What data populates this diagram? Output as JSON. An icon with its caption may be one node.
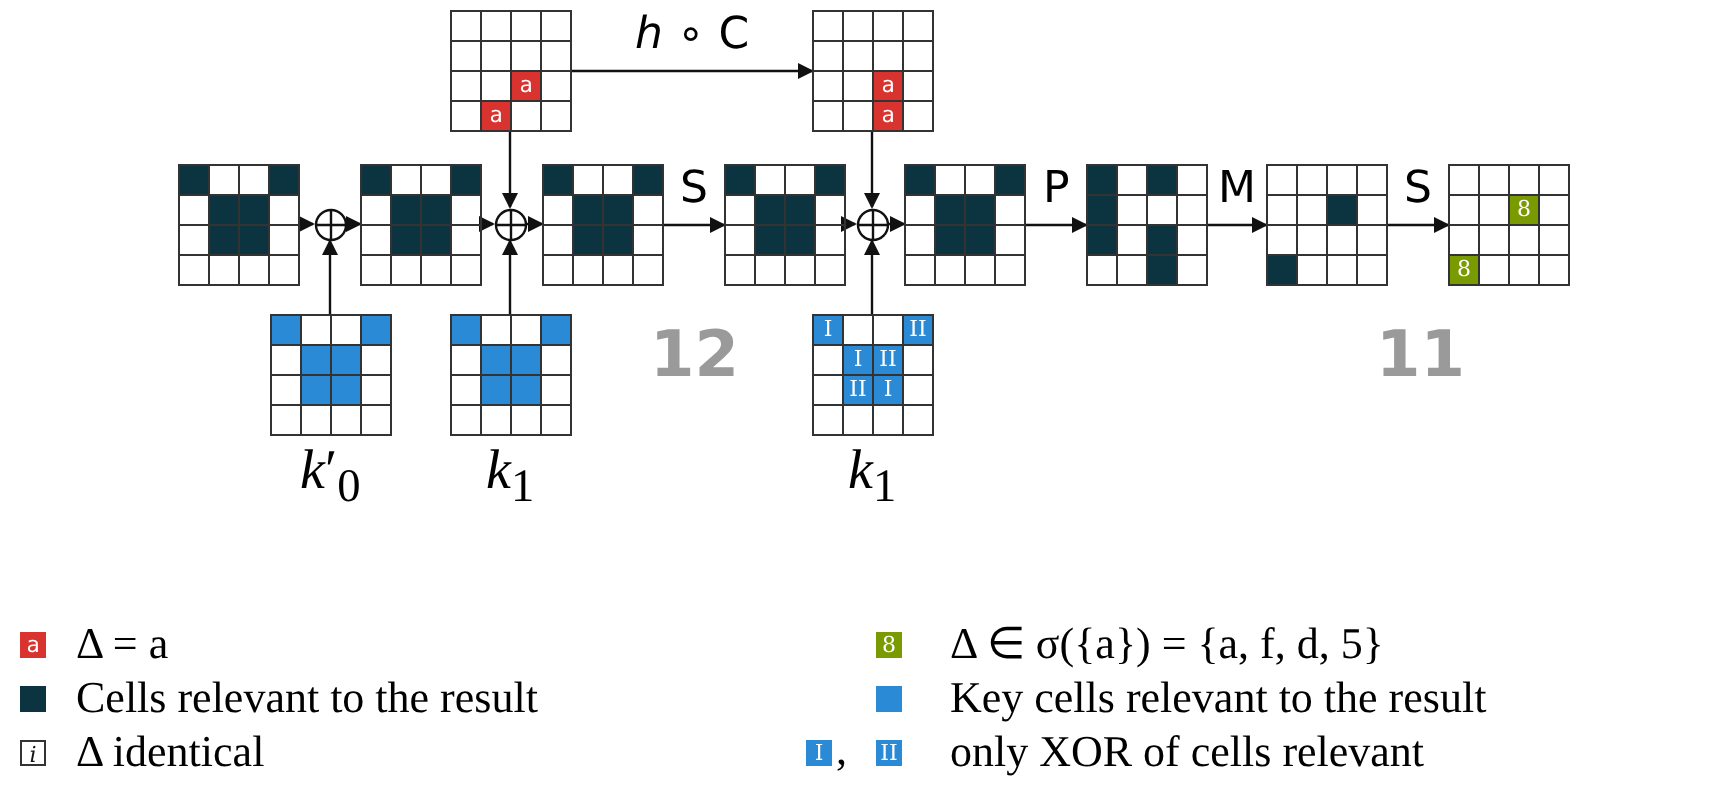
{
  "diagram": {
    "nodes": [
      {
        "text": [
          "a",
          "a"
        ]
      },
      {
        "text": [
          "a",
          "a"
        ]
      },
      {
        "text": [],
        "shape": "grid"
      },
      {
        "text": [],
        "shape": "circle"
      },
      {
        "text": [],
        "shape": "grid"
      },
      {
        "text": [],
        "shape": "circle"
      },
      {
        "text": [],
        "shape": "grid"
      },
      {
        "text": [],
        "shape": "grid"
      },
      {
        "text": [],
        "shape": "circle"
      },
      {
        "text": [],
        "shape": "grid"
      },
      {
        "text": [],
        "shape": "grid"
      },
      {
        "text": [],
        "shape": "grid"
      },
      {
        "text": [
          "8",
          "8"
        ]
      },
      {
        "text": [],
        "shape": "grid",
        "beside": [
          "*k*′$_{0}$"
        ]
      },
      {
        "text": [],
        "shape": "grid",
        "beside": [
          "*k*$_{1}$"
        ]
      },
      {
        "text": [
          "I",
          "II",
          "I",
          "II",
          "II",
          "I"
        ],
        "beside": [
          "*k*$_{1}$"
        ]
      }
    ],
    "edges": [
      {
        "from": 2,
        "to": 3,
        "arrow": "to"
      },
      {
        "from": 3,
        "to": 4,
        "arrow": "to"
      },
      {
        "from": 13,
        "to": 3,
        "arrow": "to"
      },
      {
        "from": 4,
        "to": 5,
        "arrow": "to"
      },
      {
        "from": 0,
        "to": 5,
        "arrow": "to"
      },
      {
        "from": 14,
        "to": 5,
        "arrow": "to"
      },
      {
        "from": 5,
        "to": 6,
        "arrow": "to"
      },
      {
        "from": 6,
        "to": 7,
        "arrow": "to",
        "label": "S"
      },
      {
        "from": 0,
        "to": 1,
        "arrow": "to",
        "label": "*h* ∘ C"
      },
      {
        "from": 7,
        "to": 8,
        "arrow": "to"
      },
      {
        "from": 1,
        "to": 8,
        "arrow": "to"
      },
      {
        "from": 15,
        "to": 8,
        "arrow": "to"
      },
      {
        "from": 8,
        "to": 9,
        "arrow": "to"
      },
      {
        "from": 9,
        "to": 10,
        "arrow": "to",
        "label": "P"
      },
      {
        "from": 10,
        "to": 11,
        "arrow": "to",
        "label": "M"
      },
      {
        "from": 11,
        "to": 12,
        "arrow": "to",
        "label": "S"
      }
    ],
    "labels": [
      "12",
      "11",
      "a",
      "8",
      "i",
      "I",
      ",",
      "II"
    ],
    "legend": [
      {
        "text": "Δ = a",
        "color": "#d8332f"
      },
      {
        "text": "Cells relevant to the result",
        "color": "#0b3440"
      },
      {
        "text": "Δ identical"
      },
      {
        "text": "Δ ∈ σ({a}) = {a, f, d, 5}",
        "color": "#7a9a01"
      },
      {
        "text": "Key cells relevant to the result",
        "color": "#2a8ad6"
      },
      {
        "text": "only XOR of cells relevant",
        "color": "#2a8ad6"
      }
    ]
  }
}
